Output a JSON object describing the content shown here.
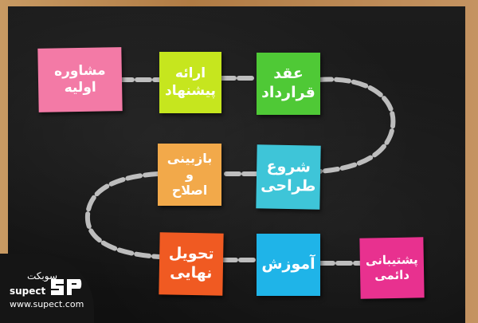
{
  "notes": [
    {
      "id": "initial-consultation",
      "text": "مشاوره اولیه",
      "color": "#f37aa6"
    },
    {
      "id": "proposal",
      "text": "ارائه\nپیشنهاد",
      "color": "#c6e61e"
    },
    {
      "id": "contract",
      "text": "عقد\nقرارداد",
      "color": "#4fc936"
    },
    {
      "id": "start-design",
      "text": "شروع\nطراحی",
      "color": "#3ec5d8"
    },
    {
      "id": "review-edit",
      "text": "بازبینی\nو\nاصلاح",
      "color": "#f2a94a"
    },
    {
      "id": "final-delivery",
      "text": "تحویل\nنهایی",
      "color": "#f05a22"
    },
    {
      "id": "training",
      "text": "آموزش",
      "color": "#1fb4e8"
    },
    {
      "id": "permanent-support",
      "text": "پشتیبانی\nدائمی",
      "color": "#e8318f"
    }
  ],
  "logo": {
    "name_fa": "سوبکت",
    "name_en": "supect",
    "url": "www.supect.com"
  }
}
